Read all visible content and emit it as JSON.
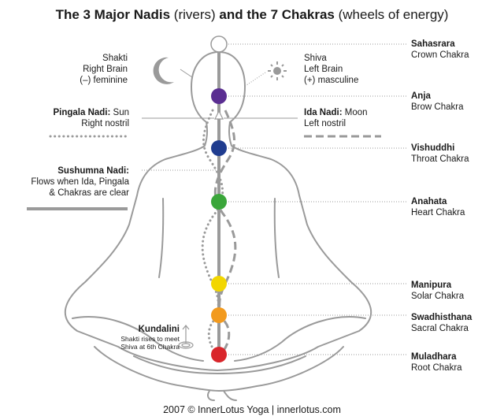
{
  "title": {
    "part1": "The 3 Major Nadis",
    "part2": "(rivers)",
    "part3": "and the 7 Chakras",
    "part4": "(wheels of energy)"
  },
  "left_labels": {
    "shakti": [
      "Shakti",
      "Right Brain",
      "(–) feminine"
    ],
    "pingala_name": "Pingala Nadi:",
    "pingala_desc1": "Sun",
    "pingala_desc2": "Right nostril",
    "sushumna_name": "Sushumna Nadi:",
    "sushumna_desc": [
      "Flows when Ida, Pingala",
      "& Chakras are clear"
    ]
  },
  "center_labels": {
    "shiva": [
      "Shiva",
      "Left Brain",
      "(+) masculine"
    ],
    "ida_name": "Ida Nadi:",
    "ida_desc1": "Moon",
    "ida_desc2": "Left nostril",
    "kundalini_name": "Kundalini",
    "kundalini_desc": [
      "Shakti rises to meet",
      "Shiva at 6th Chakra"
    ]
  },
  "chakras": [
    {
      "name": "Sahasrara",
      "subtitle": "Crown Chakra",
      "color": "#ffffff"
    },
    {
      "name": "Anja",
      "subtitle": "Brow Chakra",
      "color": "#5a2d91"
    },
    {
      "name": "Vishuddhi",
      "subtitle": "Throat Chakra",
      "color": "#1f3c8f"
    },
    {
      "name": "Anahata",
      "subtitle": "Heart Chakra",
      "color": "#3aa63a"
    },
    {
      "name": "Manipura",
      "subtitle": "Solar Chakra",
      "color": "#f2d600"
    },
    {
      "name": "Swadhisthana",
      "subtitle": "Sacral Chakra",
      "color": "#f29a1e"
    },
    {
      "name": "Muladhara",
      "subtitle": "Root Chakra",
      "color": "#d9262b"
    }
  ],
  "footer": "2007 © InnerLotus Yoga  |  innerlotus.com",
  "colors": {
    "line": "#999999",
    "text": "#1a1a1a"
  }
}
